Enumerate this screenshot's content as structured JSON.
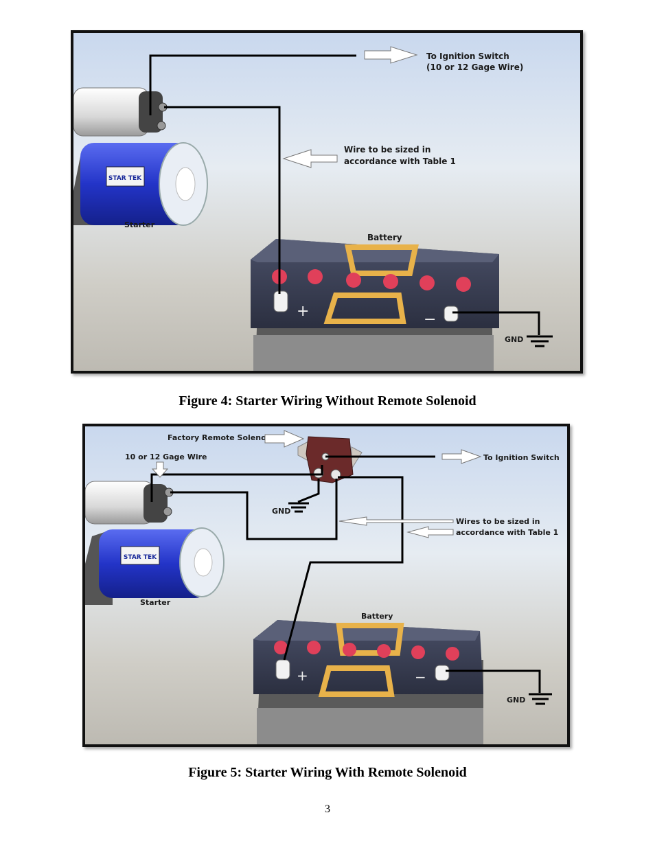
{
  "figure4": {
    "caption": "Figure 4: Starter Wiring Without Remote Solenoid",
    "labels": {
      "ignition_line1": "To Ignition Switch",
      "ignition_line2": "(10 or 12 Gage Wire)",
      "wire_line1": "Wire to be sized in",
      "wire_line2": "accordance with Table 1",
      "starter": "Starter",
      "battery": "Battery",
      "plus": "+",
      "minus": "−",
      "gnd": "GND",
      "brand": "STAR TEK"
    }
  },
  "figure5": {
    "caption": "Figure 5: Starter Wiring With Remote Solenoid",
    "labels": {
      "solenoid": "Factory Remote Solenoid",
      "gage_wire": "10 or 12 Gage Wire",
      "ignition": "To Ignition Switch",
      "gnd_solenoid": "GND",
      "wires_line1": "Wires to be sized in",
      "wires_line2": "accordance with Table 1",
      "starter": "Starter",
      "battery": "Battery",
      "plus": "+",
      "minus": "−",
      "gnd": "GND",
      "brand": "STAR TEK"
    }
  },
  "page_number": "3",
  "colors": {
    "motor_blue": "#2b3fd0",
    "terminal_red": "#e0405a",
    "battery_body": "#3a3f55",
    "battery_frame": "#e8b24a",
    "solenoid": "#6b2a2a"
  }
}
